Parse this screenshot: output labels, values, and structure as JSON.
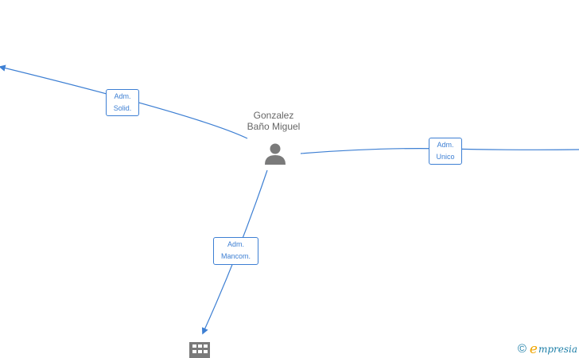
{
  "person": {
    "name_line1": "Gonzalez",
    "name_line2": "Baño Miguel",
    "icon": "person-icon"
  },
  "relations": [
    {
      "id": "solid",
      "line1": "Adm.",
      "line2": "Solid."
    },
    {
      "id": "unico",
      "line1": "Adm.",
      "line2": "Unico"
    },
    {
      "id": "mancom",
      "line1": "Adm.",
      "line2": "Mancom."
    }
  ],
  "company": {
    "icon": "building-icon"
  },
  "watermark": {
    "symbol": "©",
    "brand_initial": "e",
    "brand_rest": "mpresia"
  },
  "colors": {
    "edge": "#3d7fd3",
    "node": "#7a7a7a",
    "text": "#666666"
  }
}
